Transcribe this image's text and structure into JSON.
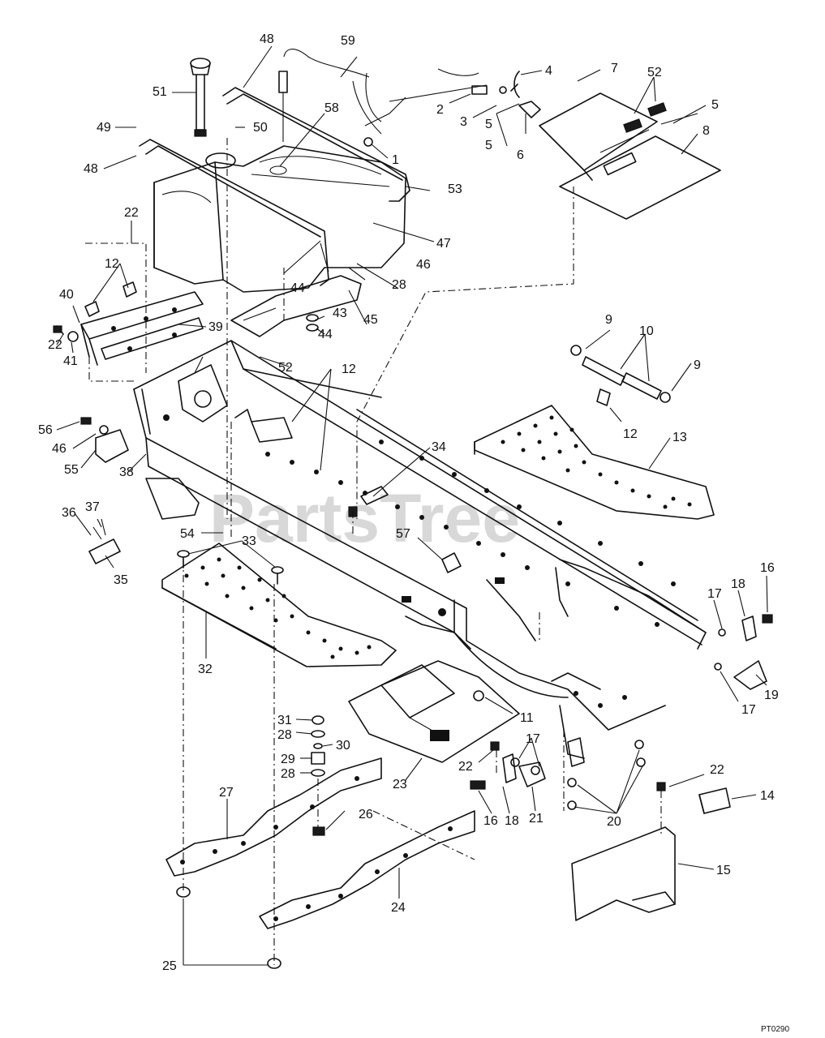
{
  "watermark": "PartsTree",
  "diagram_code": "PT0290",
  "callouts": {
    "c1": "1",
    "c2": "2",
    "c3": "3",
    "c4": "4",
    "c5a": "5",
    "c5b": "5",
    "c5c": "5",
    "c6": "6",
    "c7": "7",
    "c8": "8",
    "c9a": "9",
    "c9b": "9",
    "c10": "10",
    "c11": "11",
    "c12a": "12",
    "c12b": "12",
    "c12c": "12",
    "c13": "13",
    "c14": "14",
    "c15": "15",
    "c16a": "16",
    "c16b": "16",
    "c17a": "17",
    "c17b": "17",
    "c17c": "17",
    "c18a": "18",
    "c18b": "18",
    "c19": "19",
    "c20": "20",
    "c21": "21",
    "c22a": "22",
    "c22b": "22",
    "c22c": "22",
    "c22d": "22",
    "c23": "23",
    "c24": "24",
    "c25": "25",
    "c26": "26",
    "c27": "27",
    "c28a": "28",
    "c28b": "28",
    "c28c": "28",
    "c29": "29",
    "c30": "30",
    "c31": "31",
    "c32": "32",
    "c33": "33",
    "c34": "34",
    "c35": "35",
    "c36": "36",
    "c37": "37",
    "c38": "38",
    "c39": "39",
    "c40": "40",
    "c41": "41",
    "c43": "43",
    "c44a": "44",
    "c44b": "44",
    "c45": "45",
    "c46a": "46",
    "c46b": "46",
    "c47": "47",
    "c48a": "48",
    "c48b": "48",
    "c49": "49",
    "c50": "50",
    "c51": "51",
    "c52a": "52",
    "c52b": "52",
    "c53": "53",
    "c54": "54",
    "c55": "55",
    "c56": "56",
    "c57": "57",
    "c58": "58",
    "c59": "59"
  }
}
